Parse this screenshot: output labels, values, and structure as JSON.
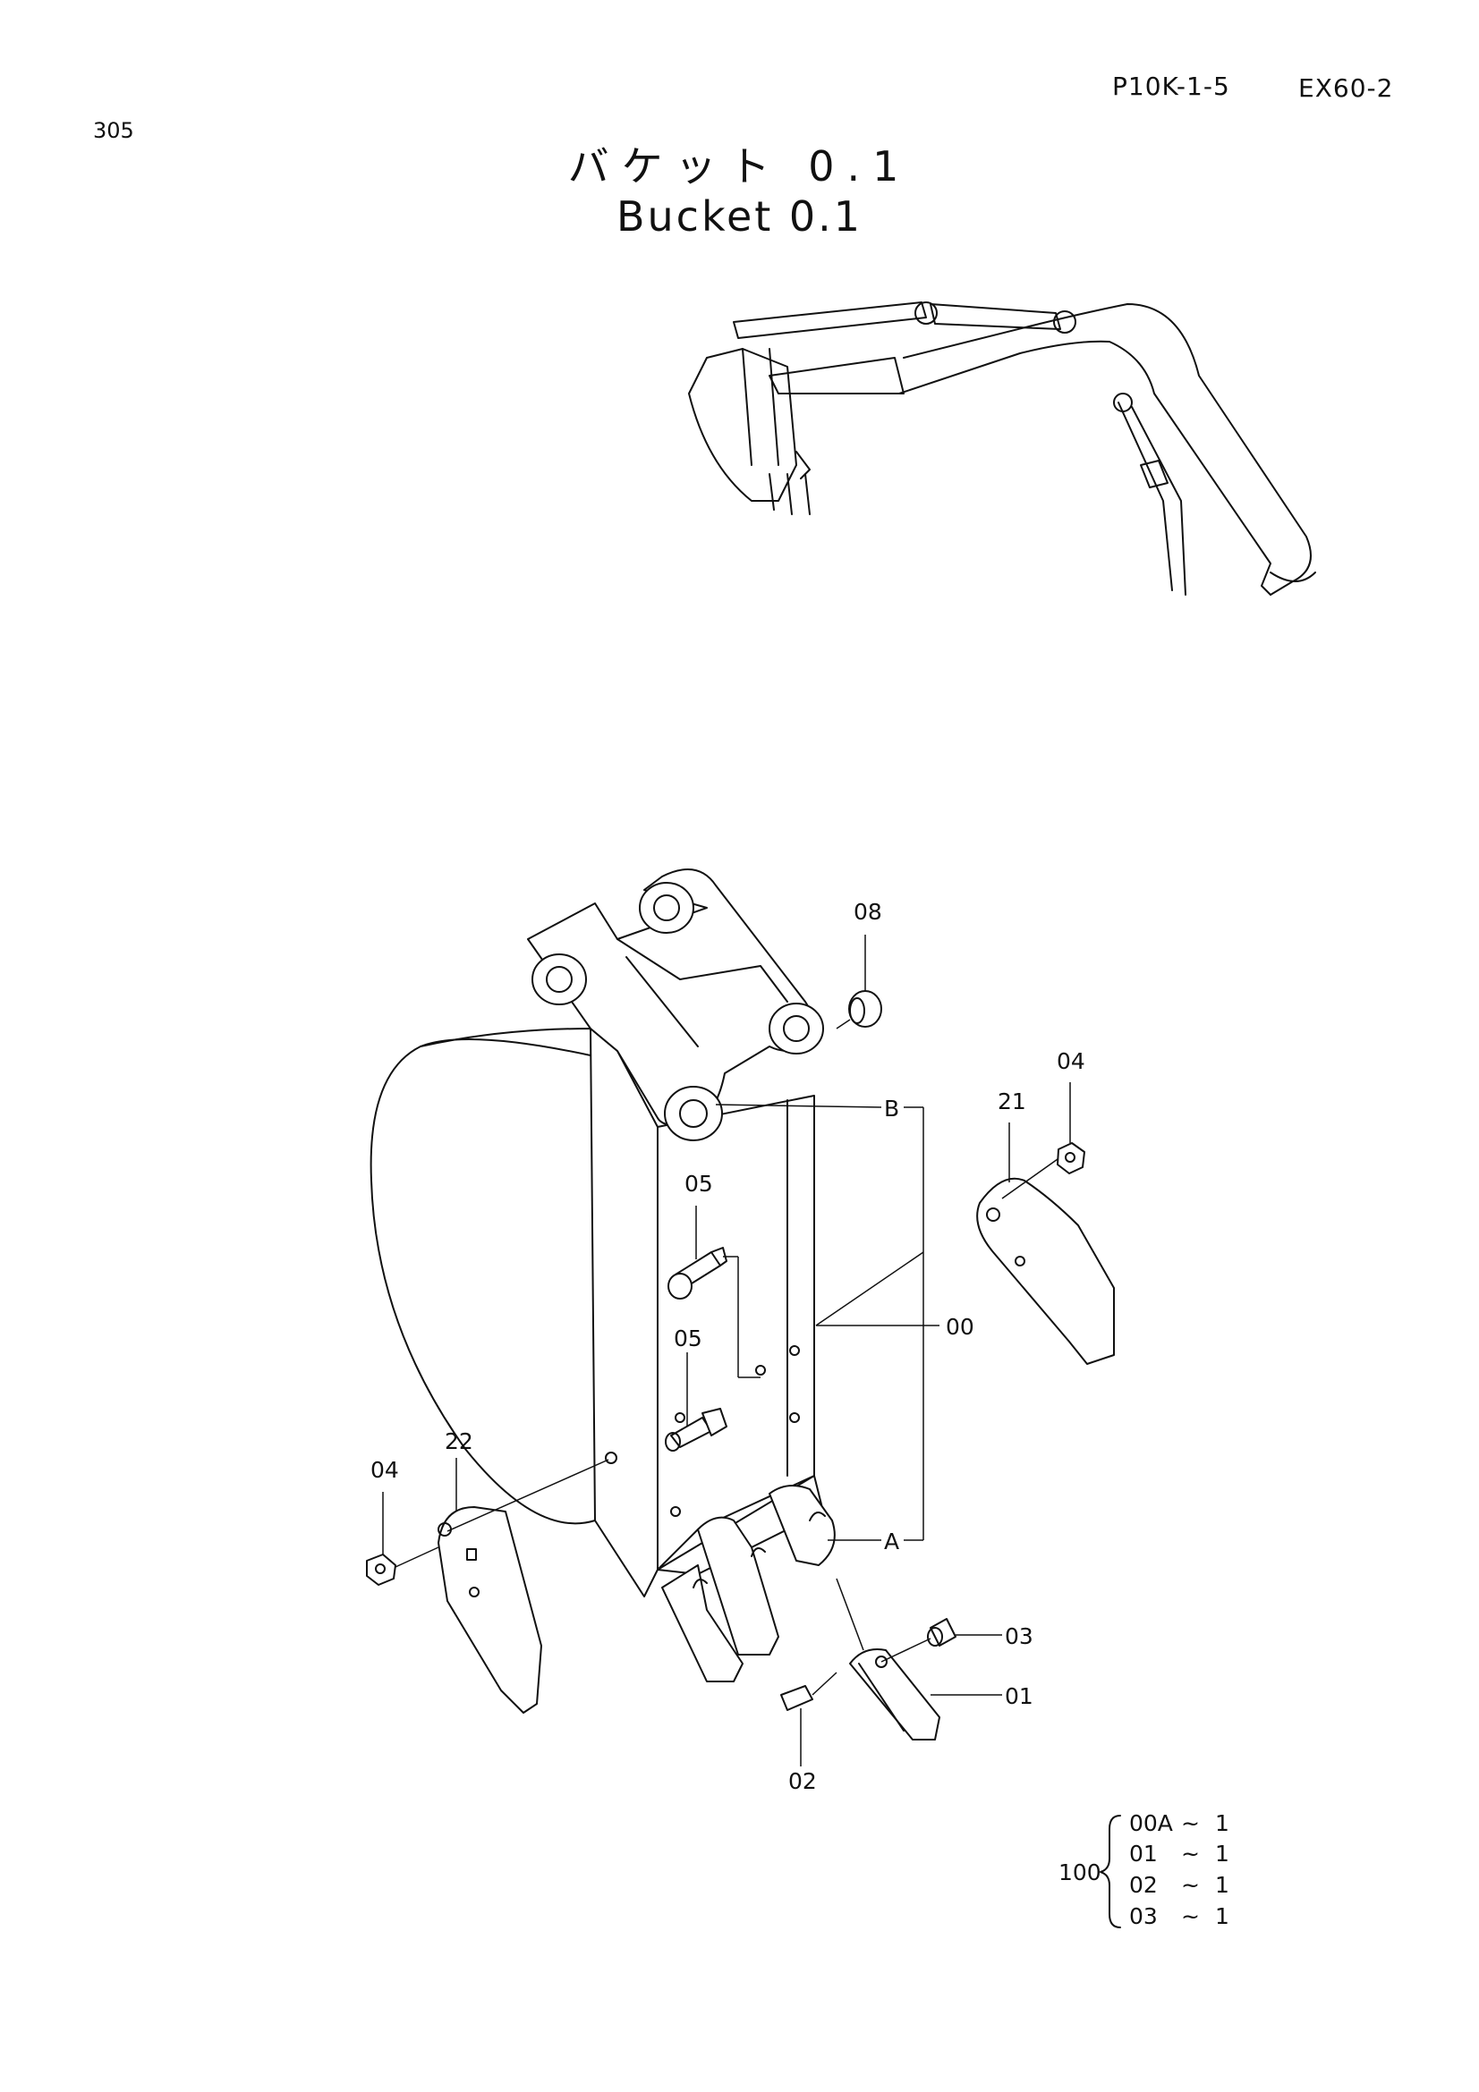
{
  "header": {
    "page_code": "P10K-1-5",
    "model": "EX60-2",
    "page_number": "305"
  },
  "title": {
    "japanese": "バケット 0.1",
    "english": "Bucket 0.1"
  },
  "callouts": {
    "c08": "08",
    "c04_right": "04",
    "c21": "21",
    "cB": "B",
    "c05_top": "05",
    "c05_mid": "05",
    "c00": "00",
    "c22": "22",
    "c04_left": "04",
    "cA": "A",
    "c03": "03",
    "c01": "01",
    "c02": "02"
  },
  "kit": {
    "label": "100",
    "items": [
      {
        "part": "00A",
        "sep": "~",
        "qty": "1"
      },
      {
        "part": "01",
        "sep": "~",
        "qty": "1"
      },
      {
        "part": "02",
        "sep": "~",
        "qty": "1"
      },
      {
        "part": "03",
        "sep": "~",
        "qty": "1"
      }
    ]
  }
}
